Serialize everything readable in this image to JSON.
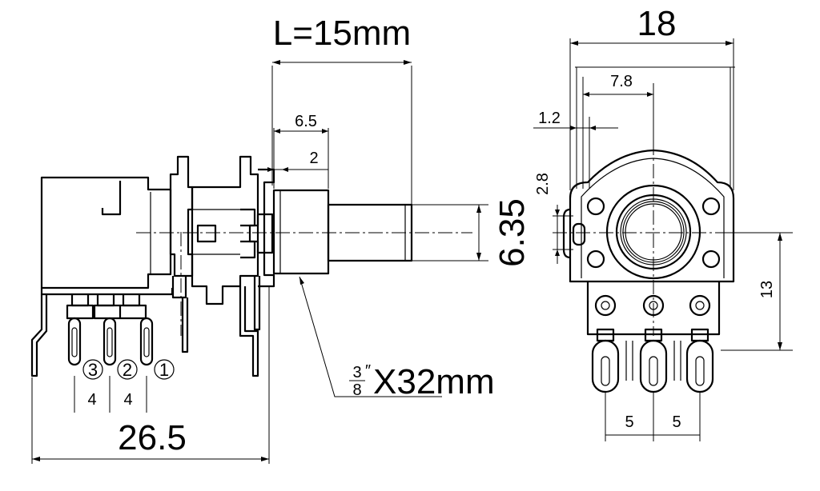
{
  "dimensions": {
    "shaft_length": "L=15mm",
    "body_width": "18",
    "bushing_length": "6.5",
    "flat_length": "2",
    "shaft_diameter": "6.35",
    "bushing_to_center": "7.8",
    "lug_thickness": "1.2",
    "lug_height": "2.8",
    "center_height": "13",
    "overall_length": "26.5",
    "side_pin_pitch_a": "4",
    "side_pin_pitch_b": "4",
    "front_pin_pitch_a": "5",
    "front_pin_pitch_b": "5"
  },
  "thread": {
    "frac_num": "3",
    "frac_den": "8",
    "frac_mark": "″",
    "spec": "X32mm"
  },
  "pins": [
    "3",
    "2",
    "1"
  ]
}
